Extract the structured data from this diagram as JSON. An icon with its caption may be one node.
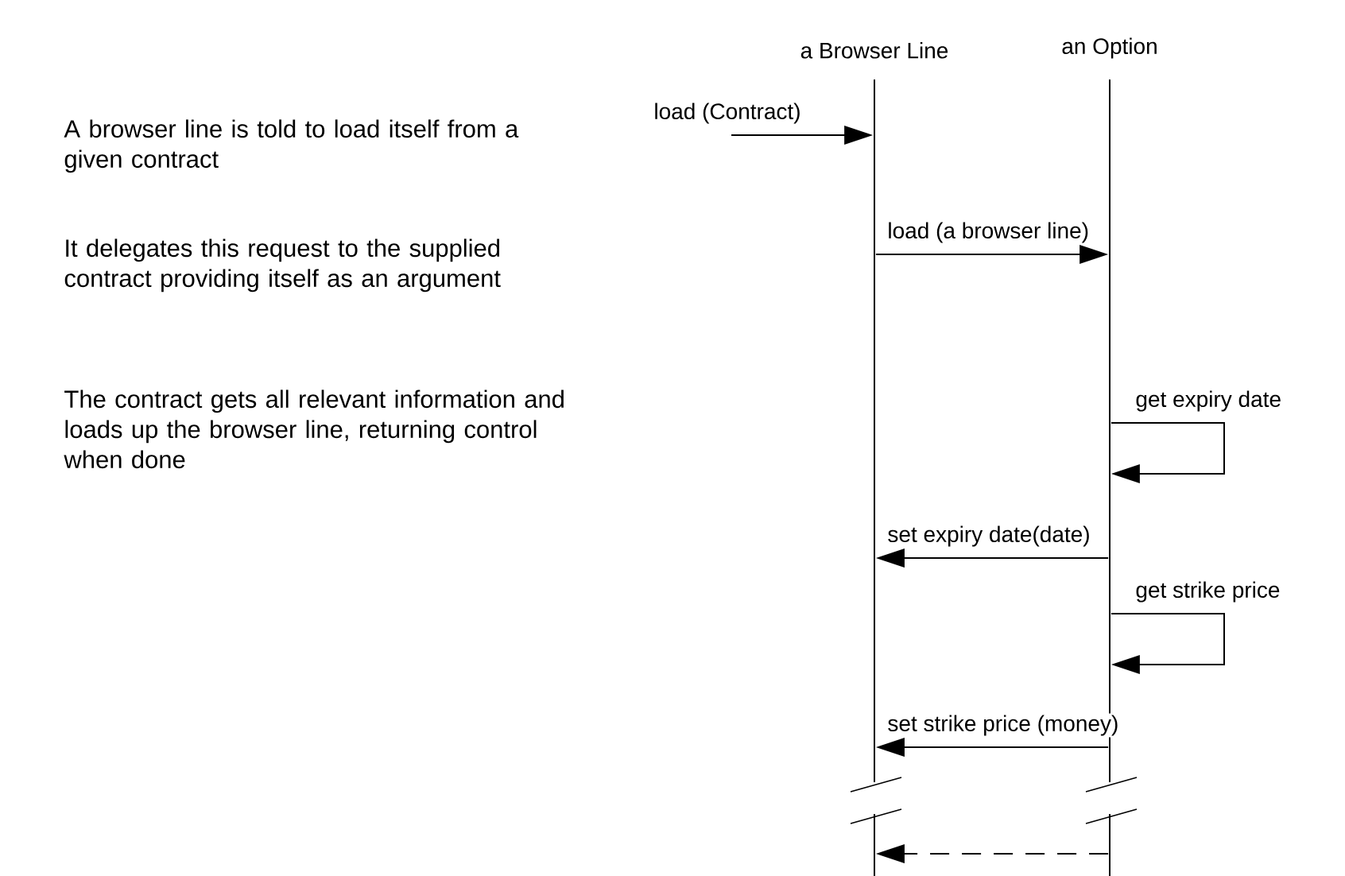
{
  "diagram": {
    "nodes": [
      {
        "text": [
          "a Browser Line"
        ]
      },
      {
        "text": [
          "an Option"
        ]
      }
    ],
    "edges": [
      {
        "from": null,
        "to": 0,
        "arrow": "to",
        "label": "load (Contract)"
      },
      {
        "from": 0,
        "to": 1,
        "arrow": "to",
        "label": "load (a browser line)"
      },
      {
        "from": 1,
        "to": 1,
        "arrow": "to",
        "label": "get expiry date"
      },
      {
        "from": 1,
        "to": 0,
        "arrow": "to",
        "label": "set expiry date(date)"
      },
      {
        "from": 1,
        "to": 1,
        "arrow": "to",
        "label": "get strike price"
      },
      {
        "from": 1,
        "to": 0,
        "arrow": "to",
        "label": "set strike price (money)"
      },
      {
        "from": 1,
        "to": 0,
        "arrow": "to",
        "style": "dashed"
      }
    ],
    "labels": [
      "A browser line is told to load itself from a given contract",
      "It delegates this request to the supplied contract providing itself as an argument",
      "The contract gets all relevant information and loads up the browser line, returning control when done"
    ]
  }
}
